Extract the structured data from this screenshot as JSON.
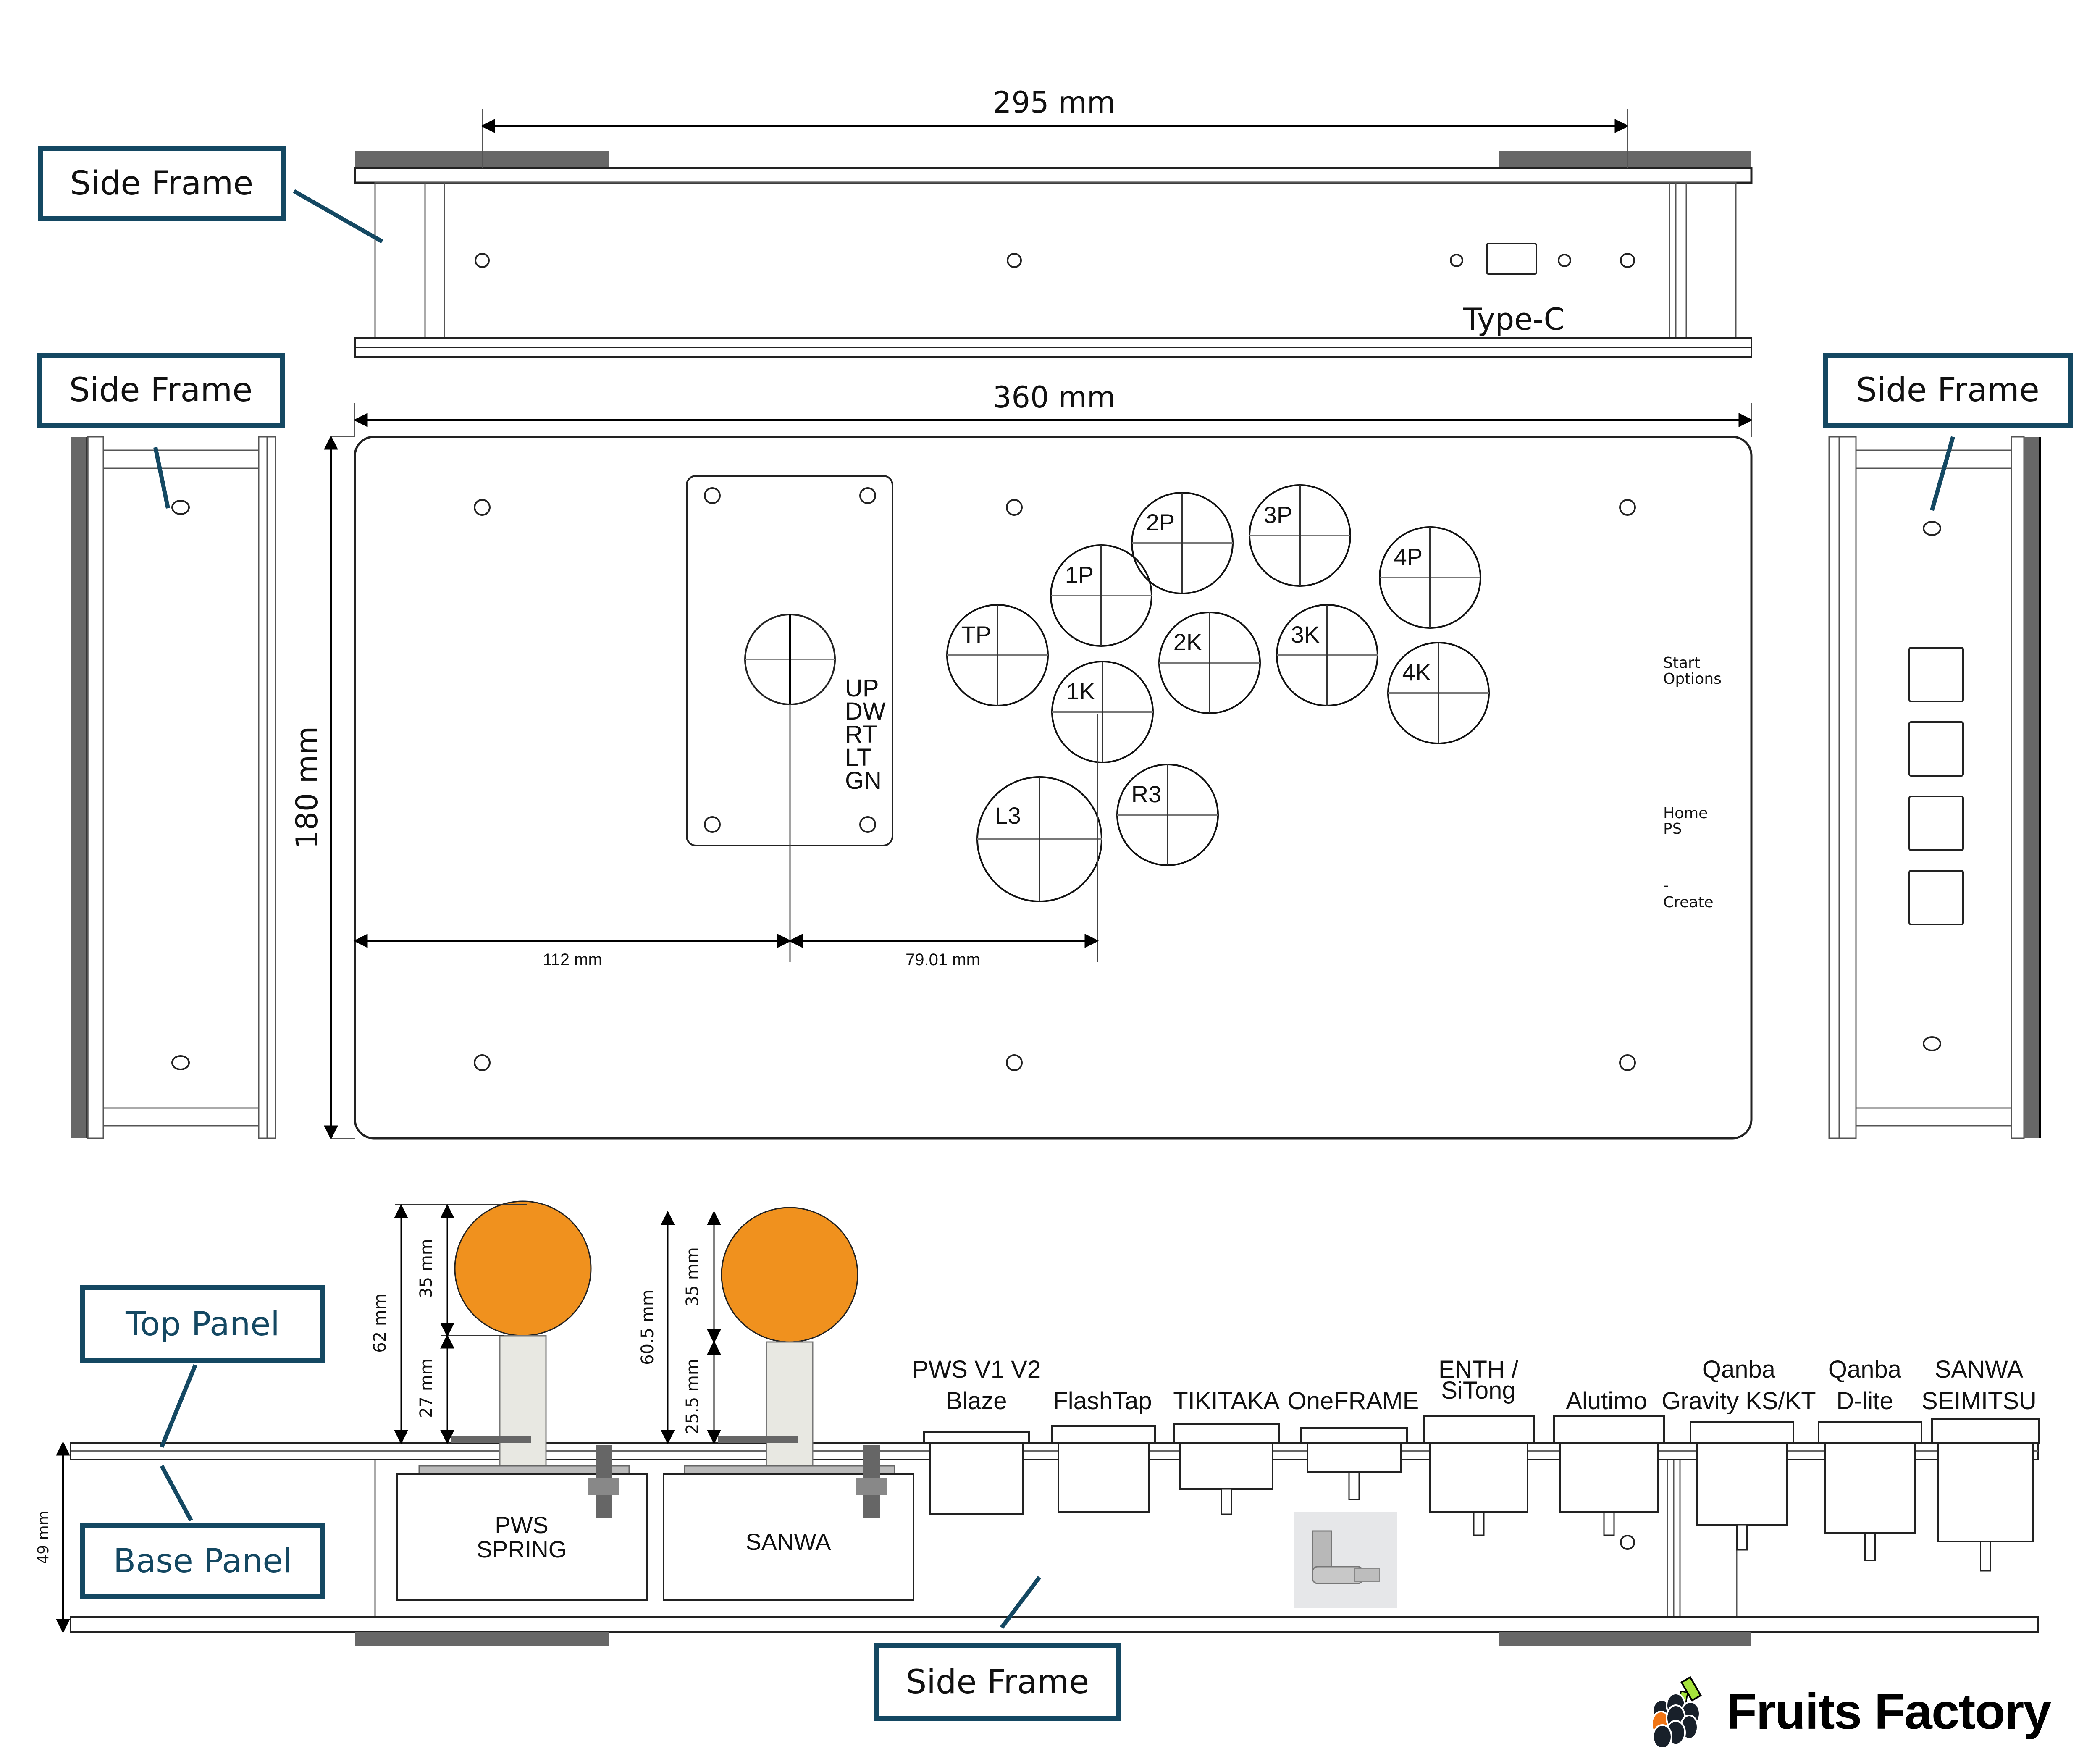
{
  "callouts": {
    "top_side_frame": "Side Frame",
    "left_side_frame": "Side Frame",
    "right_side_frame": "Side Frame",
    "top_panel": "Top Panel",
    "base_panel": "Base Panel",
    "bottom_side_frame": "Side Frame"
  },
  "dimensions": {
    "rear_width": "295 mm",
    "total_width": "360 mm",
    "depth": "180 mm",
    "lever_offset": "112 mm",
    "button_offset": "79.01 mm",
    "case_height": "49 mm",
    "pws_total": "62 mm",
    "pws_ball": "35 mm",
    "pws_shaft": "27 mm",
    "sanwa_total": "60.5 mm",
    "sanwa_ball": "35 mm",
    "sanwa_shaft": "25.5 mm"
  },
  "rear_panel": {
    "port_label": "Type-C"
  },
  "lever": {
    "directions": [
      "UP",
      "DW",
      "RT",
      "LT",
      "GN"
    ]
  },
  "buttons": [
    "2P",
    "3P",
    "1P",
    "4P",
    "TP",
    "2K",
    "3K",
    "1K",
    "4K",
    "L3",
    "R3"
  ],
  "function_buttons": [
    {
      "line1": "Start",
      "line2": "Options"
    },
    {
      "line1": "Home",
      "line2": "PS"
    },
    {
      "line1": "-",
      "line2": "Create"
    }
  ],
  "levers_side": {
    "pws": {
      "line1": "PWS",
      "line2": "SPRING"
    },
    "sanwa": {
      "line1": "SANWA",
      "line2": ""
    }
  },
  "button_brands": [
    {
      "line1": "PWS V1 V2",
      "line2": "Blaze"
    },
    {
      "line1": "",
      "line2": "FlashTap"
    },
    {
      "line1": "",
      "line2": "TIKITAKA"
    },
    {
      "line1": "",
      "line2": "OneFRAME"
    },
    {
      "line1": "ENTH /",
      "line2": "SiTong"
    },
    {
      "line1": "",
      "line2": "Alutimo"
    },
    {
      "line1": "Qanba",
      "line2": "Gravity KS/KT"
    },
    {
      "line1": "Qanba",
      "line2": "D-lite"
    },
    {
      "line1": "SANWA",
      "line2": "SEIMITSU"
    }
  ],
  "brand": {
    "name": "Fruits Factory"
  },
  "colors": {
    "callout_border": "#144862",
    "ball_top": "#f0911e",
    "frame_dark": "#676767",
    "logo_orange": "#f07414",
    "logo_green": "#a6e23c",
    "logo_dark": "#18202a"
  }
}
